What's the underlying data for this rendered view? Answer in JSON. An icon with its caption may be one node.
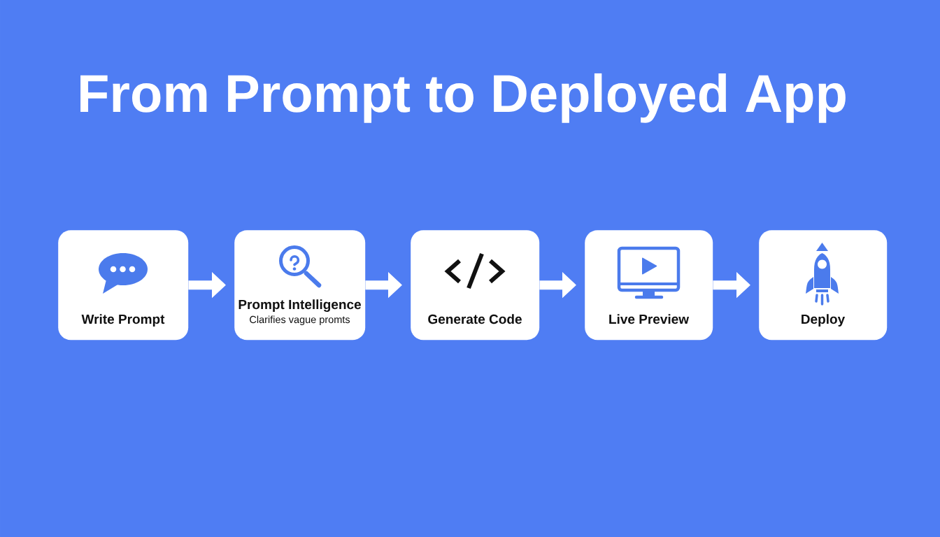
{
  "diagram": {
    "title": "From Prompt to Deployed App",
    "nodes": [
      {
        "text": [
          "Write Prompt"
        ]
      },
      {
        "text": [
          "Prompt Intelligence",
          "Clarifies vague promts"
        ]
      },
      {
        "text": [
          "Generate Code"
        ]
      },
      {
        "text": [
          "Live Preview"
        ]
      },
      {
        "text": [
          "Deploy"
        ]
      }
    ],
    "edges": [
      {
        "from": 0,
        "to": 1,
        "arrow": "to"
      },
      {
        "from": 1,
        "to": 2,
        "arrow": "to"
      },
      {
        "from": 2,
        "to": 3,
        "arrow": "to"
      },
      {
        "from": 3,
        "to": 4,
        "arrow": "to"
      }
    ]
  }
}
